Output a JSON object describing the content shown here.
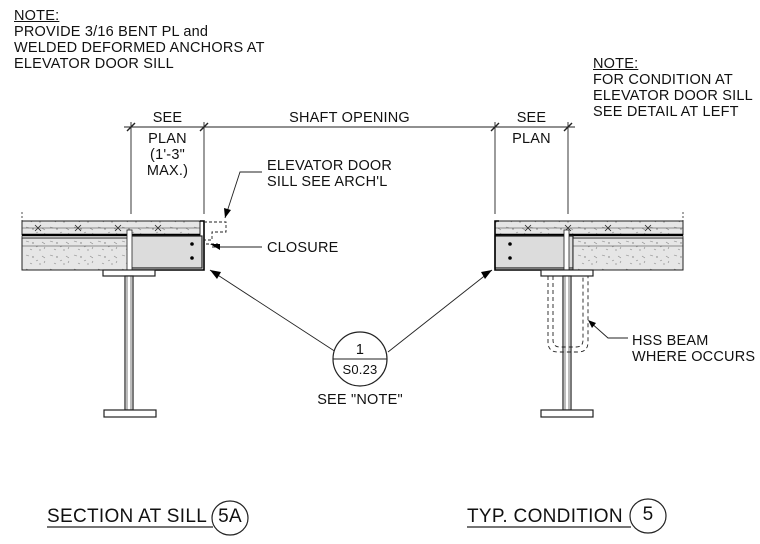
{
  "notes": {
    "left": {
      "heading": "NOTE:",
      "lines": [
        "PROVIDE 3/16 BENT PL and",
        "WELDED DEFORMED ANCHORS AT",
        "ELEVATOR DOOR SILL"
      ]
    },
    "right": {
      "heading": "NOTE:",
      "lines": [
        "FOR CONDITION AT",
        "ELEVATOR DOOR SILL",
        "SEE DETAIL AT LEFT"
      ]
    }
  },
  "dimensions": {
    "left": {
      "line1": "SEE",
      "line2": "PLAN",
      "line3": "(1'-3\"",
      "line4": "MAX.)"
    },
    "middle": {
      "label": "SHAFT OPENING"
    },
    "right": {
      "line1": "SEE",
      "line2": "PLAN"
    }
  },
  "callouts": {
    "sill": {
      "line1": "ELEVATOR DOOR",
      "line2": "SILL SEE ARCH'L"
    },
    "closure": "CLOSURE",
    "hss": {
      "line1": "HSS BEAM",
      "line2": "WHERE OCCURS"
    }
  },
  "section_bubble": {
    "number": "1",
    "sheet": "S0.23",
    "caption": "SEE \"NOTE\""
  },
  "titles": {
    "left": {
      "label": "SECTION AT SILL",
      "tag": "5A"
    },
    "right": {
      "label": "TYP. CONDITION",
      "tag": "5"
    }
  }
}
